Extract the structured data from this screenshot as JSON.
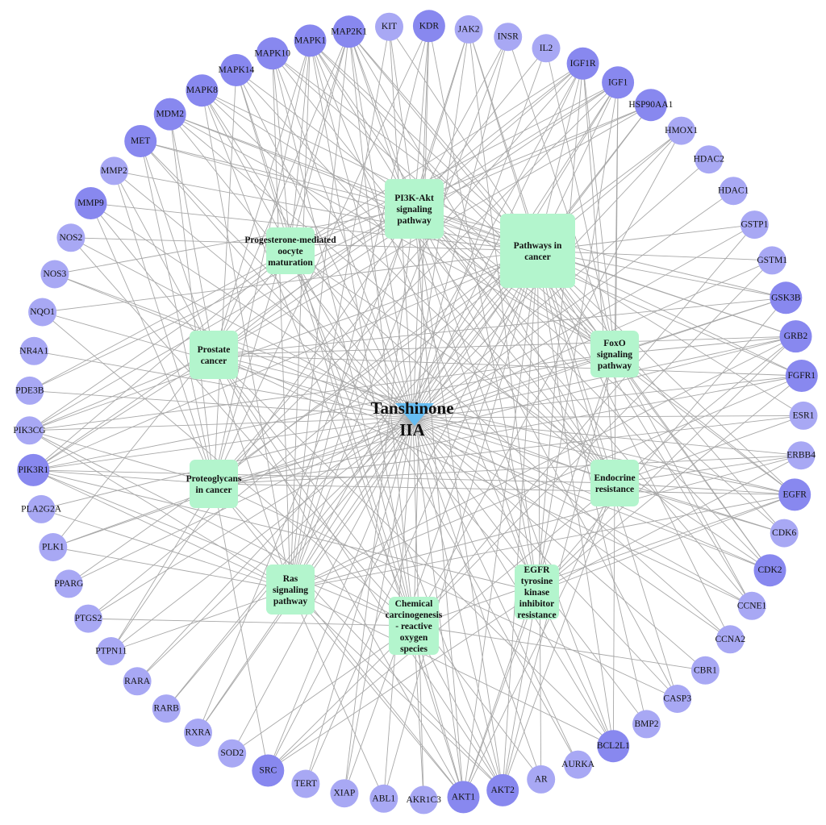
{
  "colors": {
    "gene_dark": "#8888ef",
    "gene_light": "#a8a8f4",
    "pathway": "#b3f5cd",
    "drug": "#66bdf2",
    "edge": "#a8a8a8"
  },
  "drug": {
    "label_line1": "Tanshinone",
    "label_line2": "IIA"
  },
  "genes": [
    {
      "id": "KIT",
      "label": "KIT",
      "tone": "light"
    },
    {
      "id": "KDR",
      "label": "KDR",
      "tone": "dark"
    },
    {
      "id": "JAK2",
      "label": "JAK2",
      "tone": "light"
    },
    {
      "id": "INSR",
      "label": "INSR",
      "tone": "light"
    },
    {
      "id": "IL2",
      "label": "IL2",
      "tone": "light"
    },
    {
      "id": "IGF1R",
      "label": "IGF1R",
      "tone": "dark"
    },
    {
      "id": "IGF1",
      "label": "IGF1",
      "tone": "dark"
    },
    {
      "id": "HSP90AA1",
      "label": "HSP90AA1",
      "tone": "dark"
    },
    {
      "id": "HMOX1",
      "label": "HMOX1",
      "tone": "light"
    },
    {
      "id": "HDAC2",
      "label": "HDAC2",
      "tone": "light"
    },
    {
      "id": "HDAC1",
      "label": "HDAC1",
      "tone": "light"
    },
    {
      "id": "GSTP1",
      "label": "GSTP1",
      "tone": "light"
    },
    {
      "id": "GSTM1",
      "label": "GSTM1",
      "tone": "light"
    },
    {
      "id": "GSK3B",
      "label": "GSK3B",
      "tone": "dark"
    },
    {
      "id": "GRB2",
      "label": "GRB2",
      "tone": "dark"
    },
    {
      "id": "FGFR1",
      "label": "FGFR1",
      "tone": "dark"
    },
    {
      "id": "ESR1",
      "label": "ESR1",
      "tone": "light"
    },
    {
      "id": "ERBB4",
      "label": "ERBB4",
      "tone": "light"
    },
    {
      "id": "EGFR",
      "label": "EGFR",
      "tone": "dark"
    },
    {
      "id": "CDK6",
      "label": "CDK6",
      "tone": "light"
    },
    {
      "id": "CDK2",
      "label": "CDK2",
      "tone": "dark"
    },
    {
      "id": "CCNE1",
      "label": "CCNE1",
      "tone": "light"
    },
    {
      "id": "CCNA2",
      "label": "CCNA2",
      "tone": "light"
    },
    {
      "id": "CBR1",
      "label": "CBR1",
      "tone": "light"
    },
    {
      "id": "CASP3",
      "label": "CASP3",
      "tone": "light"
    },
    {
      "id": "BMP2",
      "label": "BMP2",
      "tone": "light"
    },
    {
      "id": "BCL2L1",
      "label": "BCL2L1",
      "tone": "dark"
    },
    {
      "id": "AURKA",
      "label": "AURKA",
      "tone": "light"
    },
    {
      "id": "AR",
      "label": "AR",
      "tone": "light"
    },
    {
      "id": "AKT2",
      "label": "AKT2",
      "tone": "dark"
    },
    {
      "id": "AKT1",
      "label": "AKT1",
      "tone": "dark"
    },
    {
      "id": "AKR1C3",
      "label": "AKR1C3",
      "tone": "light"
    },
    {
      "id": "ABL1",
      "label": "ABL1",
      "tone": "light"
    },
    {
      "id": "XIAP",
      "label": "XIAP",
      "tone": "light"
    },
    {
      "id": "TERT",
      "label": "TERT",
      "tone": "light"
    },
    {
      "id": "SRC",
      "label": "SRC",
      "tone": "dark"
    },
    {
      "id": "SOD2",
      "label": "SOD2",
      "tone": "light"
    },
    {
      "id": "RXRA",
      "label": "RXRA",
      "tone": "light"
    },
    {
      "id": "RARB",
      "label": "RARB",
      "tone": "light"
    },
    {
      "id": "RARA",
      "label": "RARA",
      "tone": "light"
    },
    {
      "id": "PTPN11",
      "label": "PTPN11",
      "tone": "light"
    },
    {
      "id": "PTGS2",
      "label": "PTGS2",
      "tone": "light"
    },
    {
      "id": "PPARG",
      "label": "PPARG",
      "tone": "light"
    },
    {
      "id": "PLK1",
      "label": "PLK1",
      "tone": "light"
    },
    {
      "id": "PLA2G2A",
      "label": "PLA2G2A",
      "tone": "light"
    },
    {
      "id": "PIK3R1",
      "label": "PIK3R1",
      "tone": "dark"
    },
    {
      "id": "PIK3CG",
      "label": "PIK3CG",
      "tone": "light"
    },
    {
      "id": "PDE3B",
      "label": "PDE3B",
      "tone": "light"
    },
    {
      "id": "NR4A1",
      "label": "NR4A1",
      "tone": "light"
    },
    {
      "id": "NQO1",
      "label": "NQO1",
      "tone": "light"
    },
    {
      "id": "NOS3",
      "label": "NOS3",
      "tone": "light"
    },
    {
      "id": "NOS2",
      "label": "NOS2",
      "tone": "light"
    },
    {
      "id": "MMP9",
      "label": "MMP9",
      "tone": "dark"
    },
    {
      "id": "MMP2",
      "label": "MMP2",
      "tone": "light"
    },
    {
      "id": "MET",
      "label": "MET",
      "tone": "dark"
    },
    {
      "id": "MDM2",
      "label": "MDM2",
      "tone": "dark"
    },
    {
      "id": "MAPK8",
      "label": "MAPK8",
      "tone": "dark"
    },
    {
      "id": "MAPK14",
      "label": "MAPK14",
      "tone": "dark"
    },
    {
      "id": "MAPK10",
      "label": "MAPK10",
      "tone": "dark"
    },
    {
      "id": "MAPK1",
      "label": "MAPK1",
      "tone": "dark"
    },
    {
      "id": "MAP2K1",
      "label": "MAP2K1",
      "tone": "dark"
    }
  ],
  "pathways": [
    {
      "id": "pi3k",
      "lines": [
        "PI3K-Akt",
        "signaling",
        "pathway"
      ]
    },
    {
      "id": "cancer",
      "lines": [
        "Pathways in",
        "cancer"
      ]
    },
    {
      "id": "prog",
      "lines": [
        "Progesterone-mediated",
        "oocyte",
        "maturation"
      ]
    },
    {
      "id": "prostate",
      "lines": [
        "Prostate",
        "cancer"
      ]
    },
    {
      "id": "foxo",
      "lines": [
        "FoxO",
        "signaling",
        "pathway"
      ]
    },
    {
      "id": "proteo",
      "lines": [
        "Proteoglycans",
        "in cancer"
      ]
    },
    {
      "id": "endo",
      "lines": [
        "Endocrine",
        "resistance"
      ]
    },
    {
      "id": "ras",
      "lines": [
        "Ras",
        "signaling",
        "pathway"
      ]
    },
    {
      "id": "chem",
      "lines": [
        "Chemical",
        "carcinogenesis",
        "- reactive",
        "oxygen",
        "species"
      ]
    },
    {
      "id": "egfr",
      "lines": [
        "EGFR",
        "tyrosine",
        "kinase",
        "inhibitor",
        "resistance"
      ]
    }
  ],
  "edges": [
    [
      "pi3k",
      "KIT"
    ],
    [
      "pi3k",
      "KDR"
    ],
    [
      "pi3k",
      "JAK2"
    ],
    [
      "pi3k",
      "INSR"
    ],
    [
      "pi3k",
      "IL2"
    ],
    [
      "pi3k",
      "IGF1R"
    ],
    [
      "pi3k",
      "IGF1"
    ],
    [
      "pi3k",
      "HSP90AA1"
    ],
    [
      "pi3k",
      "GSK3B"
    ],
    [
      "pi3k",
      "GRB2"
    ],
    [
      "pi3k",
      "FGFR1"
    ],
    [
      "pi3k",
      "EGFR"
    ],
    [
      "pi3k",
      "CDK6"
    ],
    [
      "pi3k",
      "CDK2"
    ],
    [
      "pi3k",
      "CCNE1"
    ],
    [
      "pi3k",
      "BCL2L1"
    ],
    [
      "pi3k",
      "AKT1"
    ],
    [
      "pi3k",
      "AKT2"
    ],
    [
      "pi3k",
      "PIK3R1"
    ],
    [
      "pi3k",
      "PIK3CG"
    ],
    [
      "pi3k",
      "PTPN11"
    ],
    [
      "pi3k",
      "MET"
    ],
    [
      "pi3k",
      "MAPK1"
    ],
    [
      "pi3k",
      "MAP2K1"
    ],
    [
      "pi3k",
      "MDM2"
    ],
    [
      "pi3k",
      "NOS3"
    ],
    [
      "pi3k",
      "PDE3B"
    ],
    [
      "pi3k",
      "XIAP"
    ],
    [
      "pi3k",
      "RXRA"
    ],
    [
      "pi3k",
      "CASP3"
    ],
    [
      "cancer",
      "KIT"
    ],
    [
      "cancer",
      "JAK2"
    ],
    [
      "cancer",
      "IGF1R"
    ],
    [
      "cancer",
      "IGF1"
    ],
    [
      "cancer",
      "HSP90AA1"
    ],
    [
      "cancer",
      "HMOX1"
    ],
    [
      "cancer",
      "GSTP1"
    ],
    [
      "cancer",
      "GSTM1"
    ],
    [
      "cancer",
      "GSK3B"
    ],
    [
      "cancer",
      "GRB2"
    ],
    [
      "cancer",
      "FGFR1"
    ],
    [
      "cancer",
      "ESR1"
    ],
    [
      "cancer",
      "EGFR"
    ],
    [
      "cancer",
      "CDK6"
    ],
    [
      "cancer",
      "CDK2"
    ],
    [
      "cancer",
      "CCNE1"
    ],
    [
      "cancer",
      "CCNA2"
    ],
    [
      "cancer",
      "CASP3"
    ],
    [
      "cancer",
      "BMP2"
    ],
    [
      "cancer",
      "BCL2L1"
    ],
    [
      "cancer",
      "AR"
    ],
    [
      "cancer",
      "AKT2"
    ],
    [
      "cancer",
      "AKT1"
    ],
    [
      "cancer",
      "ABL1"
    ],
    [
      "cancer",
      "XIAP"
    ],
    [
      "cancer",
      "TERT"
    ],
    [
      "cancer",
      "SRC"
    ],
    [
      "cancer",
      "RXRA"
    ],
    [
      "cancer",
      "RARB"
    ],
    [
      "cancer",
      "RARA"
    ],
    [
      "cancer",
      "PTGS2"
    ],
    [
      "cancer",
      "PPARG"
    ],
    [
      "cancer",
      "PIK3R1"
    ],
    [
      "cancer",
      "PIK3CG"
    ],
    [
      "cancer",
      "NOS2"
    ],
    [
      "cancer",
      "NQO1"
    ],
    [
      "cancer",
      "MMP9"
    ],
    [
      "cancer",
      "MMP2"
    ],
    [
      "cancer",
      "MET"
    ],
    [
      "cancer",
      "MDM2"
    ],
    [
      "cancer",
      "MAPK8"
    ],
    [
      "cancer",
      "MAPK10"
    ],
    [
      "cancer",
      "MAPK1"
    ],
    [
      "cancer",
      "MAP2K1"
    ],
    [
      "prog",
      "IGF1R"
    ],
    [
      "prog",
      "IGF1"
    ],
    [
      "prog",
      "MAPK14"
    ],
    [
      "prog",
      "MAPK10"
    ],
    [
      "prog",
      "MAPK8"
    ],
    [
      "prog",
      "MAPK1"
    ],
    [
      "prog",
      "MAP2K1"
    ],
    [
      "prog",
      "AKT1"
    ],
    [
      "prog",
      "AKT2"
    ],
    [
      "prog",
      "PIK3R1"
    ],
    [
      "prog",
      "PIK3CG"
    ],
    [
      "prog",
      "PLK1"
    ],
    [
      "prog",
      "CDK2"
    ],
    [
      "prog",
      "PDE3B"
    ],
    [
      "prog",
      "AURKA"
    ],
    [
      "prog",
      "CCNA2"
    ],
    [
      "prog",
      "HSP90AA1"
    ],
    [
      "prostate",
      "IGF1R"
    ],
    [
      "prostate",
      "IGF1"
    ],
    [
      "prostate",
      "HSP90AA1"
    ],
    [
      "prostate",
      "GSK3B"
    ],
    [
      "prostate",
      "GRB2"
    ],
    [
      "prostate",
      "FGFR1"
    ],
    [
      "prostate",
      "EGFR"
    ],
    [
      "prostate",
      "CCNE1"
    ],
    [
      "prostate",
      "AR"
    ],
    [
      "prostate",
      "AKT1"
    ],
    [
      "prostate",
      "AKT2"
    ],
    [
      "prostate",
      "PIK3R1"
    ],
    [
      "prostate",
      "PIK3CG"
    ],
    [
      "prostate",
      "MDM2"
    ],
    [
      "prostate",
      "MAPK1"
    ],
    [
      "prostate",
      "MAP2K1"
    ],
    [
      "prostate",
      "CDK2"
    ],
    [
      "prostate",
      "BCL2L1"
    ],
    [
      "prostate",
      "MMP9"
    ],
    [
      "prostate",
      "MMP2"
    ],
    [
      "foxo",
      "IGF1R"
    ],
    [
      "foxo",
      "IGF1"
    ],
    [
      "foxo",
      "INSR"
    ],
    [
      "foxo",
      "GRB2"
    ],
    [
      "foxo",
      "EGFR"
    ],
    [
      "foxo",
      "CDK2"
    ],
    [
      "foxo",
      "AKT1"
    ],
    [
      "foxo",
      "AKT2"
    ],
    [
      "foxo",
      "PIK3R1"
    ],
    [
      "foxo",
      "PIK3CG"
    ],
    [
      "foxo",
      "MAPK14"
    ],
    [
      "foxo",
      "MAPK10"
    ],
    [
      "foxo",
      "MAPK8"
    ],
    [
      "foxo",
      "MAPK1"
    ],
    [
      "foxo",
      "MAP2K1"
    ],
    [
      "foxo",
      "MDM2"
    ],
    [
      "foxo",
      "PLK1"
    ],
    [
      "foxo",
      "GSK3B"
    ],
    [
      "foxo",
      "IL2"
    ],
    [
      "foxo",
      "CCNE1"
    ],
    [
      "proteo",
      "IGF1R"
    ],
    [
      "proteo",
      "IGF1"
    ],
    [
      "proteo",
      "KDR"
    ],
    [
      "proteo",
      "MET"
    ],
    [
      "proteo",
      "MMP2"
    ],
    [
      "proteo",
      "MMP9"
    ],
    [
      "proteo",
      "ESR1"
    ],
    [
      "proteo",
      "EGFR"
    ],
    [
      "proteo",
      "ERBB4"
    ],
    [
      "proteo",
      "FGFR1"
    ],
    [
      "proteo",
      "GRB2"
    ],
    [
      "proteo",
      "CASP3"
    ],
    [
      "proteo",
      "AKT1"
    ],
    [
      "proteo",
      "AKT2"
    ],
    [
      "proteo",
      "SRC"
    ],
    [
      "proteo",
      "PTPN11"
    ],
    [
      "proteo",
      "PIK3R1"
    ],
    [
      "proteo",
      "PIK3CG"
    ],
    [
      "proteo",
      "MAPK14"
    ],
    [
      "proteo",
      "MAPK1"
    ],
    [
      "proteo",
      "MAP2K1"
    ],
    [
      "proteo",
      "MDM2"
    ],
    [
      "proteo",
      "HMOX1"
    ],
    [
      "endo",
      "IGF1R"
    ],
    [
      "endo",
      "IGF1"
    ],
    [
      "endo",
      "ESR1"
    ],
    [
      "endo",
      "EGFR"
    ],
    [
      "endo",
      "ERBB4"
    ],
    [
      "endo",
      "GRB2"
    ],
    [
      "endo",
      "CDK6"
    ],
    [
      "endo",
      "AKT1"
    ],
    [
      "endo",
      "AKT2"
    ],
    [
      "endo",
      "SRC"
    ],
    [
      "endo",
      "PIK3R1"
    ],
    [
      "endo",
      "MAPK14"
    ],
    [
      "endo",
      "MAPK10"
    ],
    [
      "endo",
      "MAPK8"
    ],
    [
      "endo",
      "MAPK1"
    ],
    [
      "endo",
      "MAP2K1"
    ],
    [
      "endo",
      "MDM2"
    ],
    [
      "endo",
      "BCL2L1"
    ],
    [
      "endo",
      "JAK2"
    ],
    [
      "endo",
      "NOS3"
    ],
    [
      "ras",
      "KIT"
    ],
    [
      "ras",
      "KDR"
    ],
    [
      "ras",
      "INSR"
    ],
    [
      "ras",
      "IGF1R"
    ],
    [
      "ras",
      "IGF1"
    ],
    [
      "ras",
      "GRB2"
    ],
    [
      "ras",
      "FGFR1"
    ],
    [
      "ras",
      "EGFR"
    ],
    [
      "ras",
      "AKT1"
    ],
    [
      "ras",
      "AKT2"
    ],
    [
      "ras",
      "ABL1"
    ],
    [
      "ras",
      "PTPN11"
    ],
    [
      "ras",
      "PLA2G2A"
    ],
    [
      "ras",
      "PIK3R1"
    ],
    [
      "ras",
      "PIK3CG"
    ],
    [
      "ras",
      "MET"
    ],
    [
      "ras",
      "MAPK10"
    ],
    [
      "ras",
      "MAPK8"
    ],
    [
      "ras",
      "MAPK1"
    ],
    [
      "ras",
      "MAP2K1"
    ],
    [
      "ras",
      "BCL2L1"
    ],
    [
      "ras",
      "PLK1"
    ],
    [
      "ras",
      "ERBB4"
    ],
    [
      "ras",
      "JAK2"
    ],
    [
      "chem",
      "AKR1C3"
    ],
    [
      "chem",
      "AKT1"
    ],
    [
      "chem",
      "AKT2"
    ],
    [
      "chem",
      "EGFR"
    ],
    [
      "chem",
      "GSTP1"
    ],
    [
      "chem",
      "GSTM1"
    ],
    [
      "chem",
      "HMOX1"
    ],
    [
      "chem",
      "NQO1"
    ],
    [
      "chem",
      "MAPK14"
    ],
    [
      "chem",
      "MAPK10"
    ],
    [
      "chem",
      "MAPK8"
    ],
    [
      "chem",
      "MAPK1"
    ],
    [
      "chem",
      "MAP2K1"
    ],
    [
      "chem",
      "PIK3R1"
    ],
    [
      "chem",
      "PIK3CG"
    ],
    [
      "chem",
      "SRC"
    ],
    [
      "chem",
      "PTGS2"
    ],
    [
      "chem",
      "SOD2"
    ],
    [
      "chem",
      "CBR1"
    ],
    [
      "chem",
      "NOS2"
    ],
    [
      "chem",
      "KDR"
    ],
    [
      "egfr",
      "EGFR"
    ],
    [
      "egfr",
      "IGF1R"
    ],
    [
      "egfr",
      "IGF1"
    ],
    [
      "egfr",
      "MET"
    ],
    [
      "egfr",
      "JAK2"
    ],
    [
      "egfr",
      "GRB2"
    ],
    [
      "egfr",
      "AKT1"
    ],
    [
      "egfr",
      "AKT2"
    ],
    [
      "egfr",
      "SRC"
    ],
    [
      "egfr",
      "GSK3B"
    ],
    [
      "egfr",
      "PIK3R1"
    ],
    [
      "egfr",
      "MAPK1"
    ],
    [
      "egfr",
      "MAP2K1"
    ],
    [
      "egfr",
      "BCL2L1"
    ],
    [
      "egfr",
      "KDR"
    ],
    [
      "egfr",
      "FGFR1"
    ],
    [
      "egfr",
      "ERBB4"
    ],
    [
      "drug",
      "MAPK1"
    ],
    [
      "drug",
      "MAP2K1"
    ],
    [
      "drug",
      "KDR"
    ],
    [
      "drug",
      "INSR"
    ],
    [
      "drug",
      "IGF1R"
    ],
    [
      "drug",
      "HSP90AA1"
    ],
    [
      "drug",
      "HDAC2"
    ],
    [
      "drug",
      "HDAC1"
    ],
    [
      "drug",
      "GSTP1"
    ],
    [
      "drug",
      "GSK3B"
    ],
    [
      "drug",
      "GRB2"
    ],
    [
      "drug",
      "FGFR1"
    ],
    [
      "drug",
      "ESR1"
    ],
    [
      "drug",
      "EGFR"
    ],
    [
      "drug",
      "CDK6"
    ],
    [
      "drug",
      "CDK2"
    ],
    [
      "drug",
      "CCNE1"
    ],
    [
      "drug",
      "CASP3"
    ],
    [
      "drug",
      "BCL2L1"
    ],
    [
      "drug",
      "AR"
    ],
    [
      "drug",
      "AKT1"
    ],
    [
      "drug",
      "AKT2"
    ],
    [
      "drug",
      "AKR1C3"
    ],
    [
      "drug",
      "ABL1"
    ],
    [
      "drug",
      "XIAP"
    ],
    [
      "drug",
      "TERT"
    ],
    [
      "drug",
      "SRC"
    ],
    [
      "drug",
      "SOD2"
    ],
    [
      "drug",
      "RXRA"
    ],
    [
      "drug",
      "PTPN11"
    ],
    [
      "drug",
      "PTGS2"
    ],
    [
      "drug",
      "PPARG"
    ],
    [
      "drug",
      "PLK1"
    ],
    [
      "drug",
      "PIK3R1"
    ],
    [
      "drug",
      "PIK3CG"
    ],
    [
      "drug",
      "PDE3B"
    ],
    [
      "drug",
      "NR4A1"
    ],
    [
      "drug",
      "NQO1"
    ],
    [
      "drug",
      "NOS3"
    ],
    [
      "drug",
      "NOS2"
    ],
    [
      "drug",
      "MMP9"
    ],
    [
      "drug",
      "MMP2"
    ],
    [
      "drug",
      "MET"
    ],
    [
      "drug",
      "MDM2"
    ],
    [
      "drug",
      "MAPK8"
    ],
    [
      "drug",
      "MAPK14"
    ],
    [
      "drug",
      "MAPK10"
    ],
    [
      "drug",
      "KIT"
    ],
    [
      "drug",
      "JAK2"
    ],
    [
      "drug",
      "IL2"
    ],
    [
      "drug",
      "IGF1"
    ],
    [
      "drug",
      "HMOX1"
    ],
    [
      "drug",
      "GSTM1"
    ],
    [
      "drug",
      "ERBB4"
    ],
    [
      "drug",
      "CCNA2"
    ],
    [
      "drug",
      "CBR1"
    ],
    [
      "drug",
      "BMP2"
    ],
    [
      "drug",
      "AURKA"
    ],
    [
      "drug",
      "RARB"
    ],
    [
      "drug",
      "RARA"
    ],
    [
      "drug",
      "PLA2G2A"
    ]
  ]
}
